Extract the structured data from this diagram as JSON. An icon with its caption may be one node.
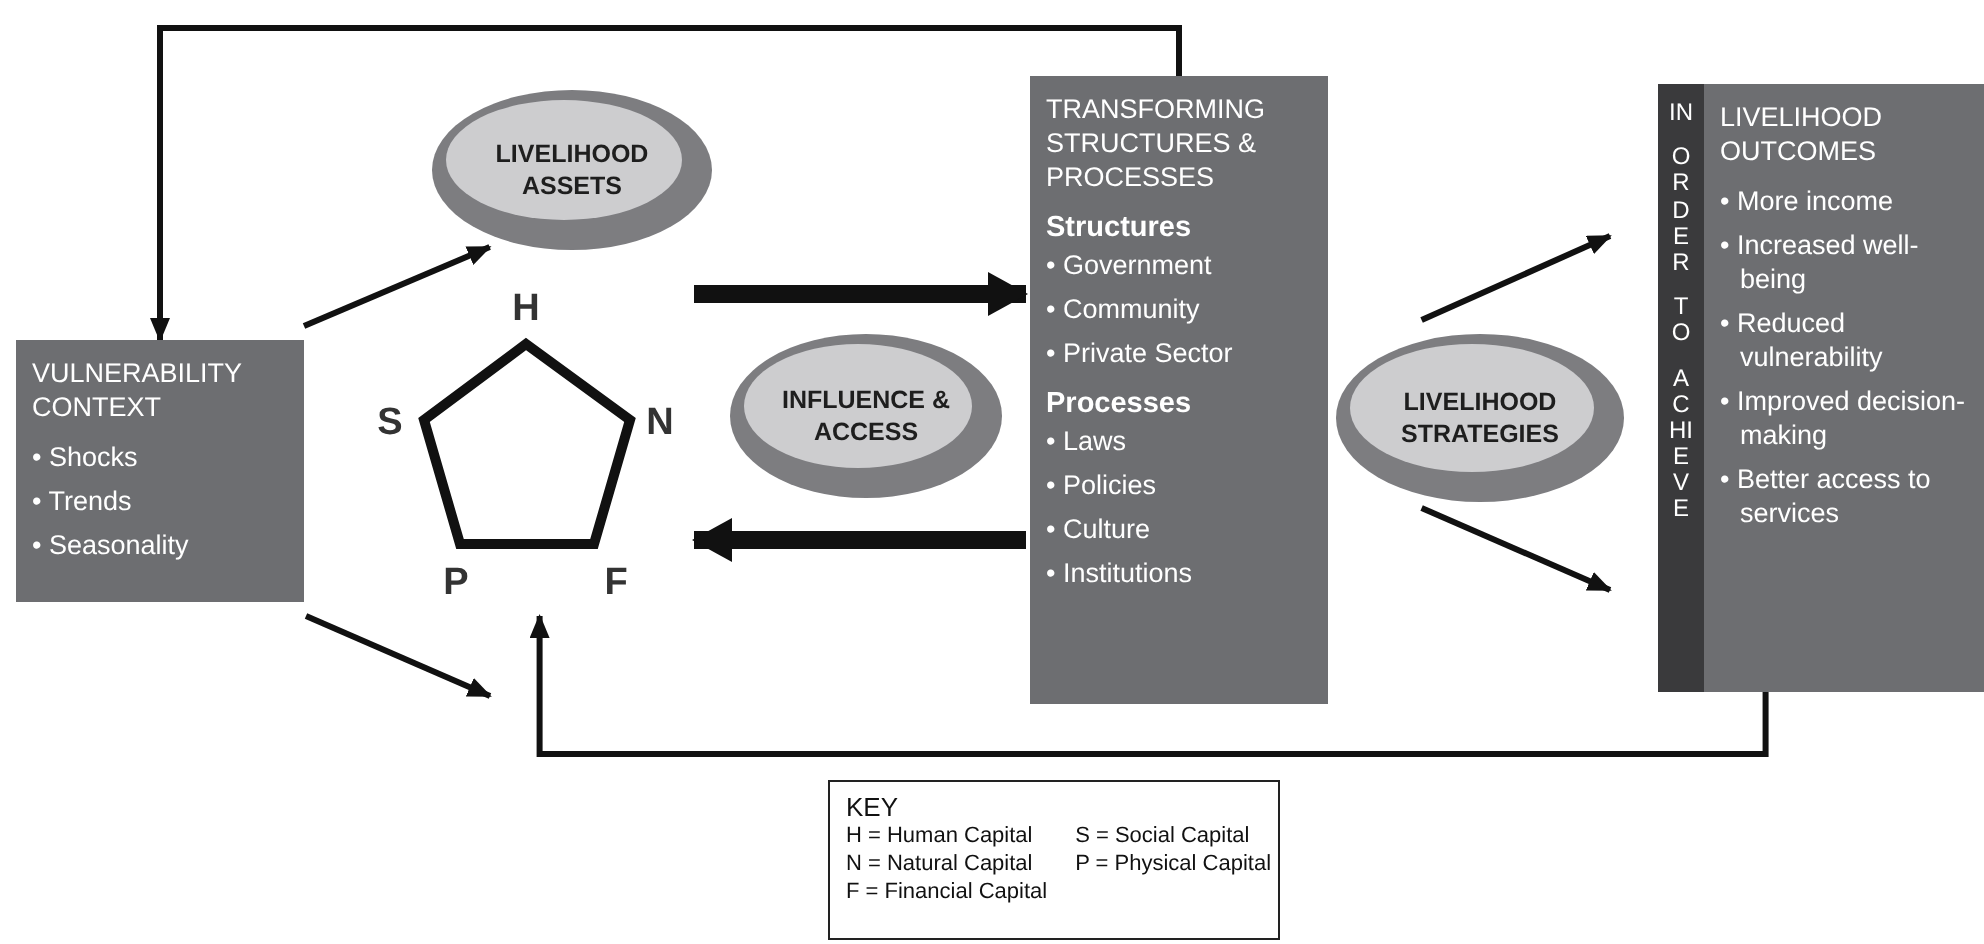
{
  "diagram": {
    "nodes": [
      {
        "text": [
          "VULNERABILITY CONTEXT",
          "• Shocks",
          "• Trends",
          "• Seasonality"
        ]
      },
      {
        "text": [
          "LIVELIHOOD ASSETS"
        ]
      },
      {
        "text": [
          "H",
          "S",
          "N",
          "P",
          "F"
        ]
      },
      {
        "text": [
          "INFLUENCE & ACCESS"
        ]
      },
      {
        "text": [
          "TRANSFORMING STRUCTURES & PROCESSES",
          "Structures",
          "• Government",
          "• Community",
          "• Private Sector",
          "Processes",
          "• Laws",
          "• Policies",
          "• Culture",
          "• Institutions"
        ]
      },
      {
        "text": [
          "LIVELIHOOD STRATEGIES"
        ]
      },
      {
        "text": [
          "IN ORDER TO ACHIEVE",
          "LIVELIHOOD OUTCOMES",
          "• More income",
          "• Increased well-being",
          "• Reduced vulnerability",
          "• Improved decision-making",
          "• Better access to services"
        ]
      },
      {
        "text": [
          "KEY",
          "H = Human Capital",
          "S = Social Capital",
          "N = Natural Capital",
          "P = Physical Capital",
          "F = Financial Capital"
        ]
      }
    ],
    "edges": [
      {
        "from": 4,
        "to": 0,
        "arrow": "to"
      },
      {
        "from": 0,
        "to": 1,
        "arrow": "to"
      },
      {
        "from": 0,
        "to": 2,
        "arrow": "to"
      },
      {
        "from": 2,
        "to": 4,
        "arrow": "to",
        "style": "thick"
      },
      {
        "from": 4,
        "to": 2,
        "arrow": "to",
        "style": "thick"
      },
      {
        "from": 5,
        "to": 6,
        "arrow": "to"
      },
      {
        "from": 5,
        "to": 6,
        "arrow": "to"
      },
      {
        "from": 6,
        "to": 2,
        "arrow": "to"
      }
    ]
  }
}
